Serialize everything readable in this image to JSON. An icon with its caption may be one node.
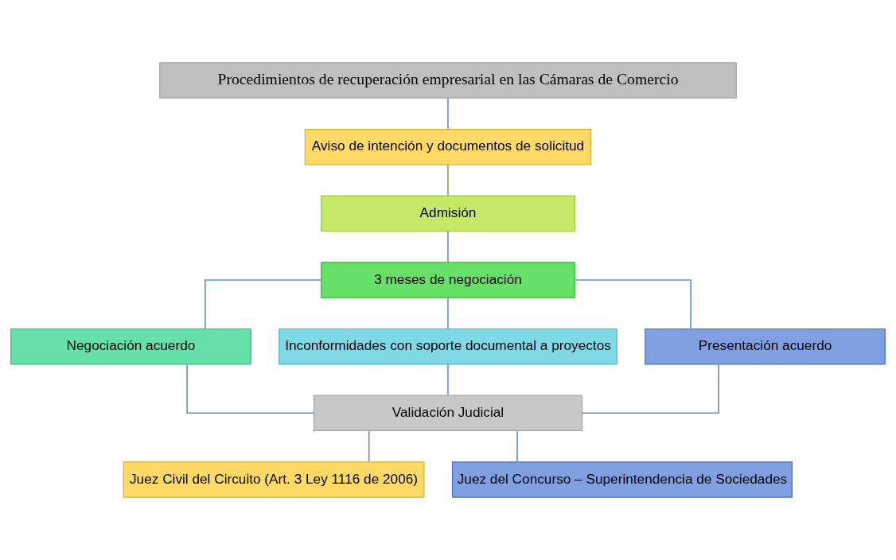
{
  "diagram": {
    "nodes": [
      {
        "text": [
          "Procedimientos de recuperación empresarial en las Cámaras de Comercio"
        ]
      },
      {
        "text": [
          "Aviso de intención y documentos de solicitud"
        ]
      },
      {
        "text": [
          "Admisión"
        ]
      },
      {
        "text": [
          "3 meses de negociación"
        ]
      },
      {
        "text": [
          "Negociación acuerdo"
        ]
      },
      {
        "text": [
          "Inconformidades con soporte documental a proyectos"
        ]
      },
      {
        "text": [
          "Presentación acuerdo"
        ]
      },
      {
        "text": [
          "Validación Judicial"
        ]
      },
      {
        "text": [
          "Juez Civil del Circuito (Art. 3 Ley 1116 de 2006)"
        ]
      },
      {
        "text": [
          "Juez del Concurso – Superintendencia de Sociedades"
        ]
      }
    ],
    "edges": [
      {
        "from": 0,
        "to": 1,
        "arrow": "none"
      },
      {
        "from": 1,
        "to": 2,
        "arrow": "none",
        "color": "#70ad47"
      },
      {
        "from": 2,
        "to": 3,
        "arrow": "none"
      },
      {
        "from": 3,
        "to": 4,
        "arrow": "none"
      },
      {
        "from": 3,
        "to": 5,
        "arrow": "none"
      },
      {
        "from": 3,
        "to": 6,
        "arrow": "none"
      },
      {
        "from": 4,
        "to": 7,
        "arrow": "none"
      },
      {
        "from": 5,
        "to": 7,
        "arrow": "none"
      },
      {
        "from": 6,
        "to": 7,
        "arrow": "none"
      },
      {
        "from": 7,
        "to": 8,
        "arrow": "none"
      },
      {
        "from": 7,
        "to": 9,
        "arrow": "none"
      }
    ]
  }
}
